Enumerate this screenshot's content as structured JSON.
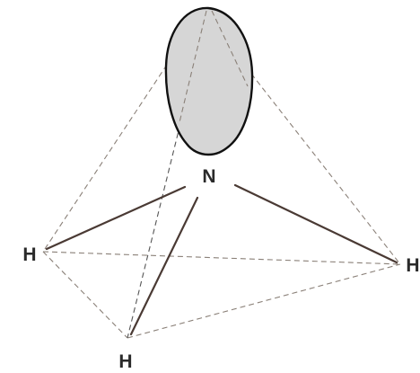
{
  "atoms": {
    "nitrogen": "N",
    "hydrogen_left": "H",
    "hydrogen_bottom": "H",
    "hydrogen_right": "H"
  },
  "colors": {
    "lone_pair_fill": "#d6d6d6",
    "lone_pair_outline": "#111111",
    "bond": "#4a3a34",
    "dashed_edge": "#8a8078"
  }
}
